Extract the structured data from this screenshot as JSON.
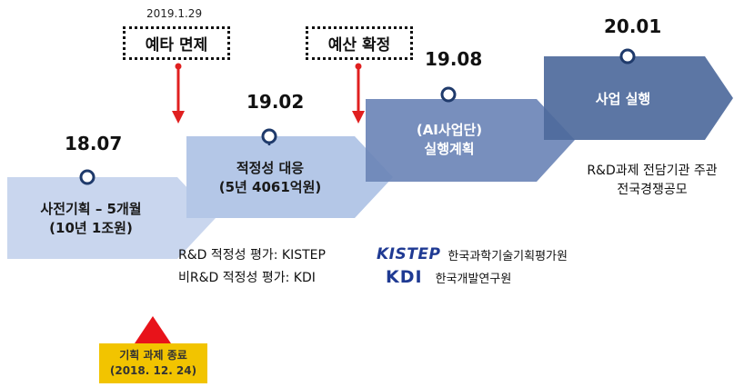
{
  "steps": [
    {
      "date": "18.07",
      "lines": [
        "사전기획 – 5개월",
        "(10년 1조원)"
      ]
    },
    {
      "date": "19.02",
      "lines": [
        "적정성 대응",
        "(5년 4061억원)"
      ]
    },
    {
      "date": "19.08",
      "lines": [
        "(AI사업단)",
        "실행계획"
      ]
    },
    {
      "date": "20.01",
      "lines": [
        "사업 실행"
      ]
    }
  ],
  "events": {
    "exemption": {
      "date": "2019.1.29",
      "label": "예타 면제"
    },
    "budget": {
      "label": "예산 확정"
    }
  },
  "competition_note": [
    "R&D과제 전담기관 주관",
    "전국경쟁공모"
  ],
  "evaluations": [
    {
      "label": "R&D 적정성 평가: KISTEP",
      "logo": "KISTEP",
      "org_name": "한국과학기술기획평가원"
    },
    {
      "label": "비R&D 적정성 평가: KDI",
      "logo": "KDI",
      "org_name": "한국개발연구원"
    }
  ],
  "planning_end": {
    "label": "기획 과제 종료",
    "date": "(2018. 12. 24)"
  },
  "colors": {
    "step1": "#c9d6ee",
    "step2": "#b4c7e7",
    "step3": "#6c85b7",
    "step4": "#4e6a9c",
    "marker": "#1f3a6b",
    "arrow": "#e02020",
    "triangle": "#e8131a",
    "end_box": "#f2c400"
  }
}
